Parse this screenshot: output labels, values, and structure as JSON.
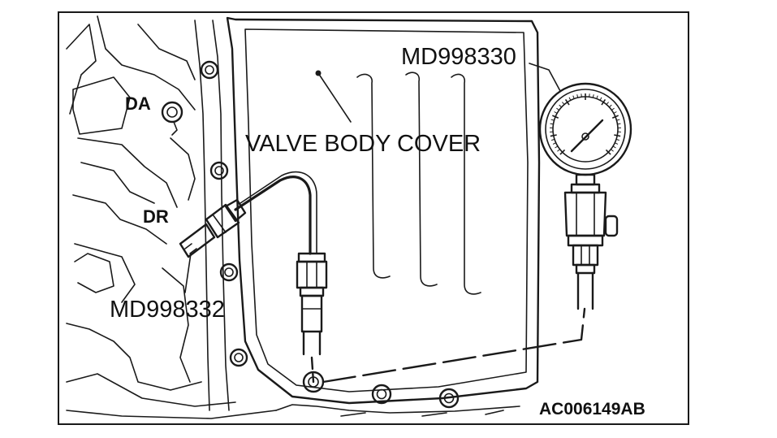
{
  "figure": {
    "labels": {
      "gauge_tool": "MD998330",
      "cover": "VALVE BODY COVER",
      "adapter_tool": "MD998332",
      "port_da": "DA",
      "port_dr": "DR",
      "figure_code": "AC006149AB"
    },
    "colors": {
      "line": "#1a1a1a",
      "background": "#ffffff"
    }
  }
}
